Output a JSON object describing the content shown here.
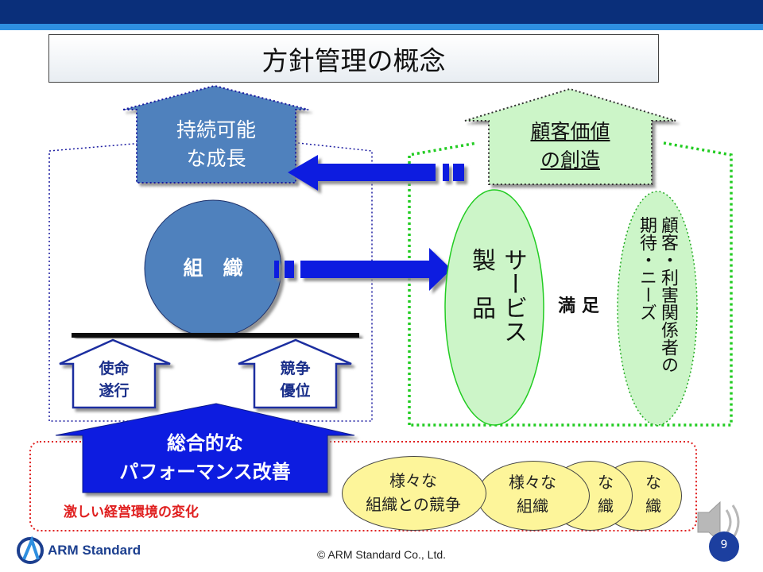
{
  "title": "方針管理の概念",
  "left": {
    "growth": [
      "持続可能",
      "な成長"
    ],
    "organization": "組　織",
    "pillar_mission": [
      "使命",
      "遂行"
    ],
    "pillar_competitive": [
      "競争",
      "優位"
    ],
    "performance": [
      "総合的な",
      "パフォーマンス改善"
    ]
  },
  "right": {
    "value_creation": [
      "顧客価値",
      "の創造"
    ],
    "products": [
      "サービス",
      "製　品"
    ],
    "satisfaction": "満 足",
    "expectations": [
      "顧客・利害関係者の",
      "期待・ニーズ"
    ]
  },
  "environment": {
    "label": "激しい経営環境の変化",
    "competition": [
      "様々な",
      "組織との競争"
    ],
    "organizations": [
      "様々な",
      "組織"
    ],
    "fragment1": [
      "な",
      "織"
    ],
    "fragment2": [
      "な",
      "織"
    ]
  },
  "footer": {
    "copyright": "© ARM Standard Co., Ltd.",
    "logo": "ARM Standard",
    "page": "9"
  },
  "colors": {
    "navy": "#0a2f7a",
    "blue_accent": "#2e8fe0",
    "arrow_blue": "#0b1fe0",
    "steel_blue": "#4f81bd",
    "green_light": "#ccf5c8",
    "green_border": "#22cc22",
    "yellow": "#fdf59a",
    "red_dotted": "#e02020"
  },
  "icons": [
    "speaker-icon",
    "logo-icon"
  ]
}
